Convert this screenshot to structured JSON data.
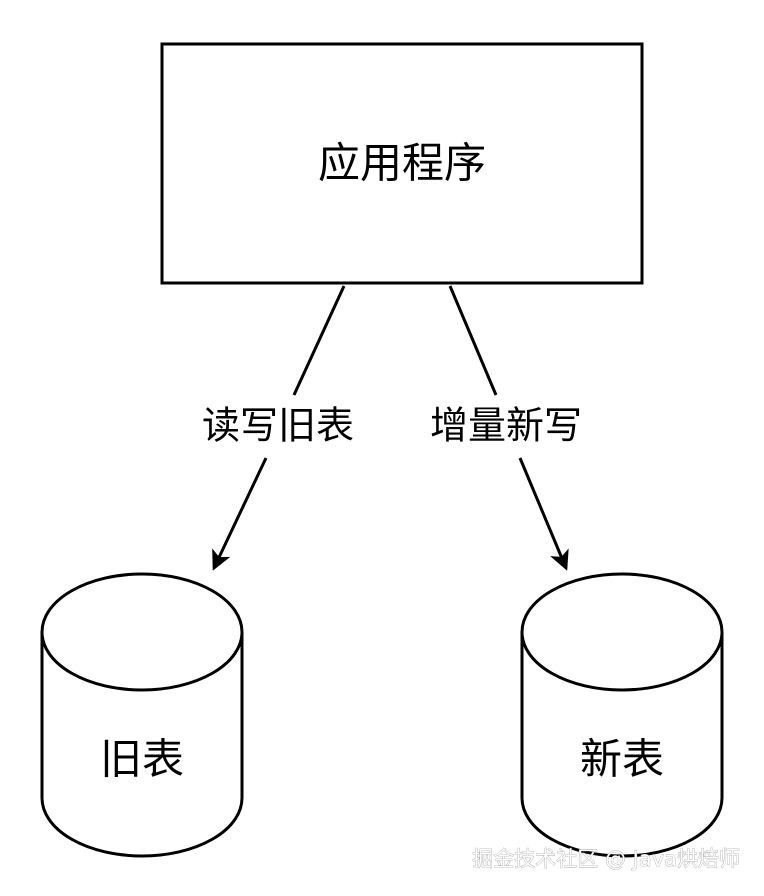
{
  "diagram": {
    "nodes": {
      "app": {
        "label": "应用程序"
      },
      "old_table": {
        "label": "旧表"
      },
      "new_table": {
        "label": "新表"
      }
    },
    "edges": {
      "to_old": {
        "from": "app",
        "to": "old_table",
        "label": "读写旧表"
      },
      "to_new": {
        "from": "app",
        "to": "new_table",
        "label": "增量新写"
      }
    }
  },
  "watermark": "掘金技术社区 @ Java烘焙师"
}
